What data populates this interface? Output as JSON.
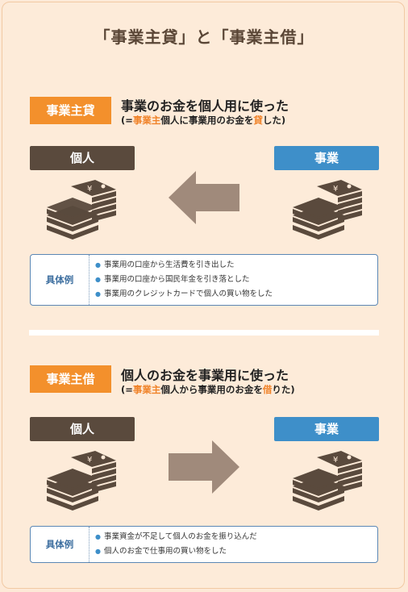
{
  "title": "「事業主貸」と「事業主借」",
  "sections": [
    {
      "badge": "事業主貸",
      "headline": "事業のお金を個人用に使った",
      "sub_pre": "(=",
      "sub_hl1": "事業主",
      "sub_mid": "個人に事業用のお金を",
      "sub_hl2": "貸",
      "sub_post": "した)",
      "left_label": "個人",
      "right_label": "事業",
      "arrow_direction": "left",
      "examples_label": "具体例",
      "examples": [
        "事業用の口座から生活費を引き出した",
        "事業用の口座から国民年金を引き落とした",
        "事業用のクレジットカードで個人の買い物をした"
      ]
    },
    {
      "badge": "事業主借",
      "headline": "個人のお金を事業用に使った",
      "sub_pre": "(=",
      "sub_hl1": "事業主",
      "sub_mid": "個人から事業用のお金を",
      "sub_hl2": "借",
      "sub_post": "りた)",
      "left_label": "個人",
      "right_label": "事業",
      "arrow_direction": "right",
      "examples_label": "具体例",
      "examples": [
        "事業資金が不足して個人のお金を振り込んだ",
        "個人のお金で仕事用の買い物をした"
      ]
    }
  ],
  "colors": {
    "accent": "#f3902c",
    "brown": "#5a4a3d",
    "blue": "#3e8fc9",
    "arrow": "#a08a7b",
    "background": "#fdebd9"
  },
  "icons": [
    "money-stack-icon",
    "arrow-left-icon",
    "arrow-right-icon"
  ]
}
